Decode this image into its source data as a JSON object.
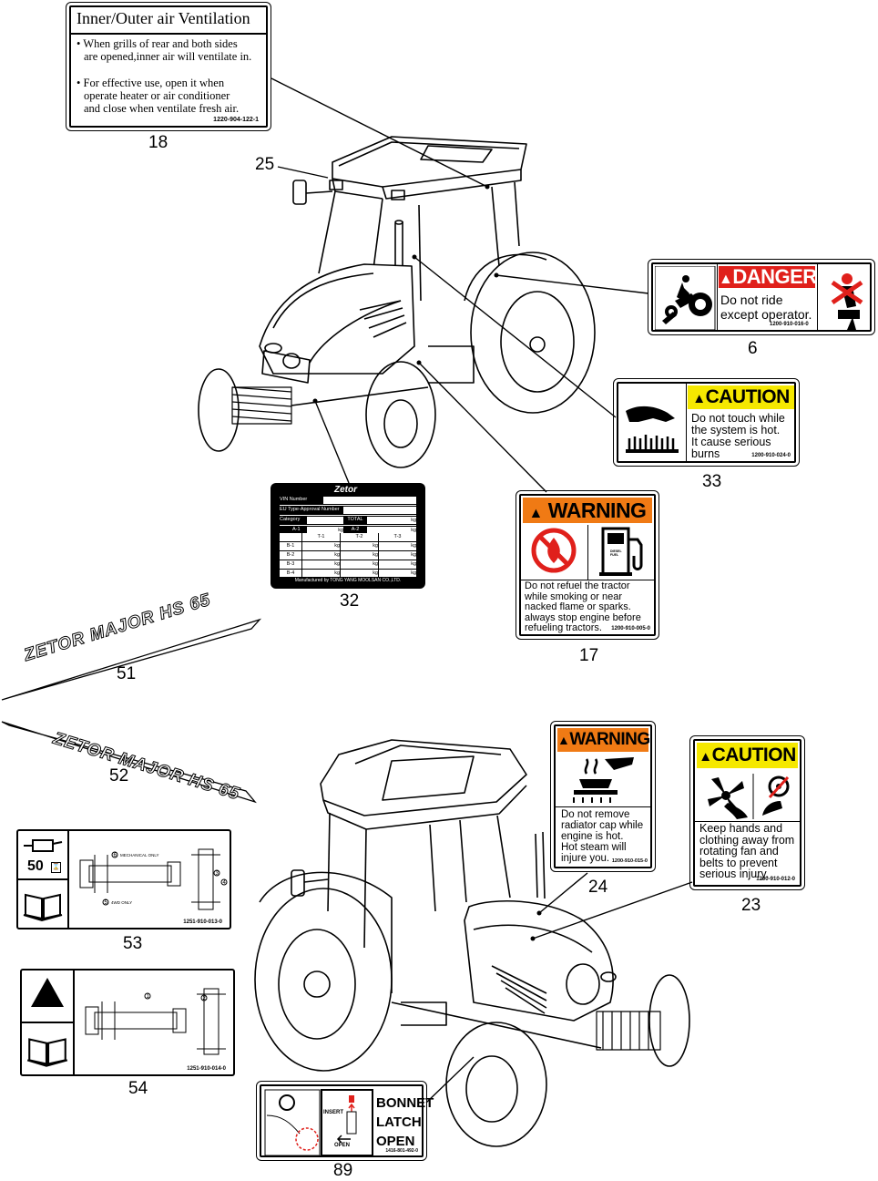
{
  "label18": {
    "title": "Inner/Outer air Ventilation",
    "bullet1_line1": "When grills  of rear and both sides",
    "bullet1_line2": "are opened,inner air will ventilate in.",
    "bullet2_line1": "For effective use, open it when",
    "bullet2_line2": "operate heater or air conditioner",
    "bullet2_line3": "and close when ventilate fresh air.",
    "code": "1220-904-122-1",
    "ref": "18"
  },
  "callout25": "25",
  "label6": {
    "header": "DANGER",
    "line1": "Do not ride",
    "line2": "except operator.",
    "code": "1200-910-016-0",
    "ref": "6",
    "colors": {
      "header_bg": "#e0201b",
      "header_text": "#ffffff"
    }
  },
  "label33": {
    "header": "CAUTION",
    "line1": "Do not touch while",
    "line2": "the system is hot.",
    "line3": "It cause serious",
    "line4": "burns",
    "code": "1200-910-024-0",
    "ref": "33",
    "colors": {
      "header_bg": "#f5e800"
    }
  },
  "label32": {
    "brand": "Zetor",
    "rows": [
      "VIN Number",
      "EU Type-Approval Number",
      "Category"
    ],
    "total": "TOTAL",
    "a1": "A-1",
    "a2": "A-2",
    "kg": "kg",
    "cols": [
      "T-1",
      "T-2",
      "T-3"
    ],
    "b_rows": [
      "B-1",
      "B-2",
      "B-3",
      "B-4"
    ],
    "footer": "Manufactured by TONG YANG MOOLSAN CO.,LTD.",
    "ref": "32"
  },
  "label17": {
    "header": "WARNING",
    "line1": "Do not refuel the tractor",
    "line2": "while smoking or near",
    "line3": "nacked flame  or sparks.",
    "line4": "always stop engine before",
    "line5": "refueling tractors.",
    "code": "1200-910-005-0",
    "pump_text": "DIESEL FUEL",
    "ref": "17",
    "colors": {
      "header_bg": "#f07a14"
    }
  },
  "decal51": {
    "text": "ZETOR MAJOR HS 65",
    "ref": "51"
  },
  "decal52": {
    "text": "ZETOR MAJOR HS 65",
    "ref": "52"
  },
  "label24": {
    "header": "WARNING",
    "line1": "Do not remove",
    "line2": "radiator cap while",
    "line3": "engine is hot.",
    "line4": "Hot steam will",
    "line5": "injure you.",
    "code": "1200-910-015-0",
    "ref": "24",
    "colors": {
      "header_bg": "#f07a14"
    }
  },
  "label23": {
    "header": "CAUTION",
    "line1": "Keep hands and",
    "line2": "clothing away from",
    "line3": "rotating  fan and",
    "line4": "belts to   prevent",
    "line5": "serious injury.",
    "code": "1200-910-012-0",
    "ref": "23",
    "colors": {
      "header_bg": "#f5e800"
    }
  },
  "label53": {
    "hours": "50",
    "mech": "MECHANICAL ONLY",
    "fourwd": "4WD ONLY",
    "code": "1251-910-013-0",
    "ref": "53",
    "marks": [
      "6",
      "5",
      "3",
      "4"
    ]
  },
  "label54": {
    "code": "1251-910-014-0",
    "ref": "54",
    "marks": [
      "1",
      "2"
    ]
  },
  "label89": {
    "line1": "BONNET",
    "line2": "LATCH",
    "line3": "OPEN",
    "insert": "INSERT",
    "open_small": "OPEN",
    "code": "1416-801-492-0",
    "ref": "89"
  },
  "icons": [
    "tractor-rider-icon",
    "no-passenger-icon",
    "hot-surface-hand-icon",
    "no-flame-icon",
    "fuel-pump-icon",
    "radiator-steam-icon",
    "fan-belt-hand-icon",
    "oil-can-icon",
    "manual-book-icon",
    "warning-triangle-icon"
  ]
}
